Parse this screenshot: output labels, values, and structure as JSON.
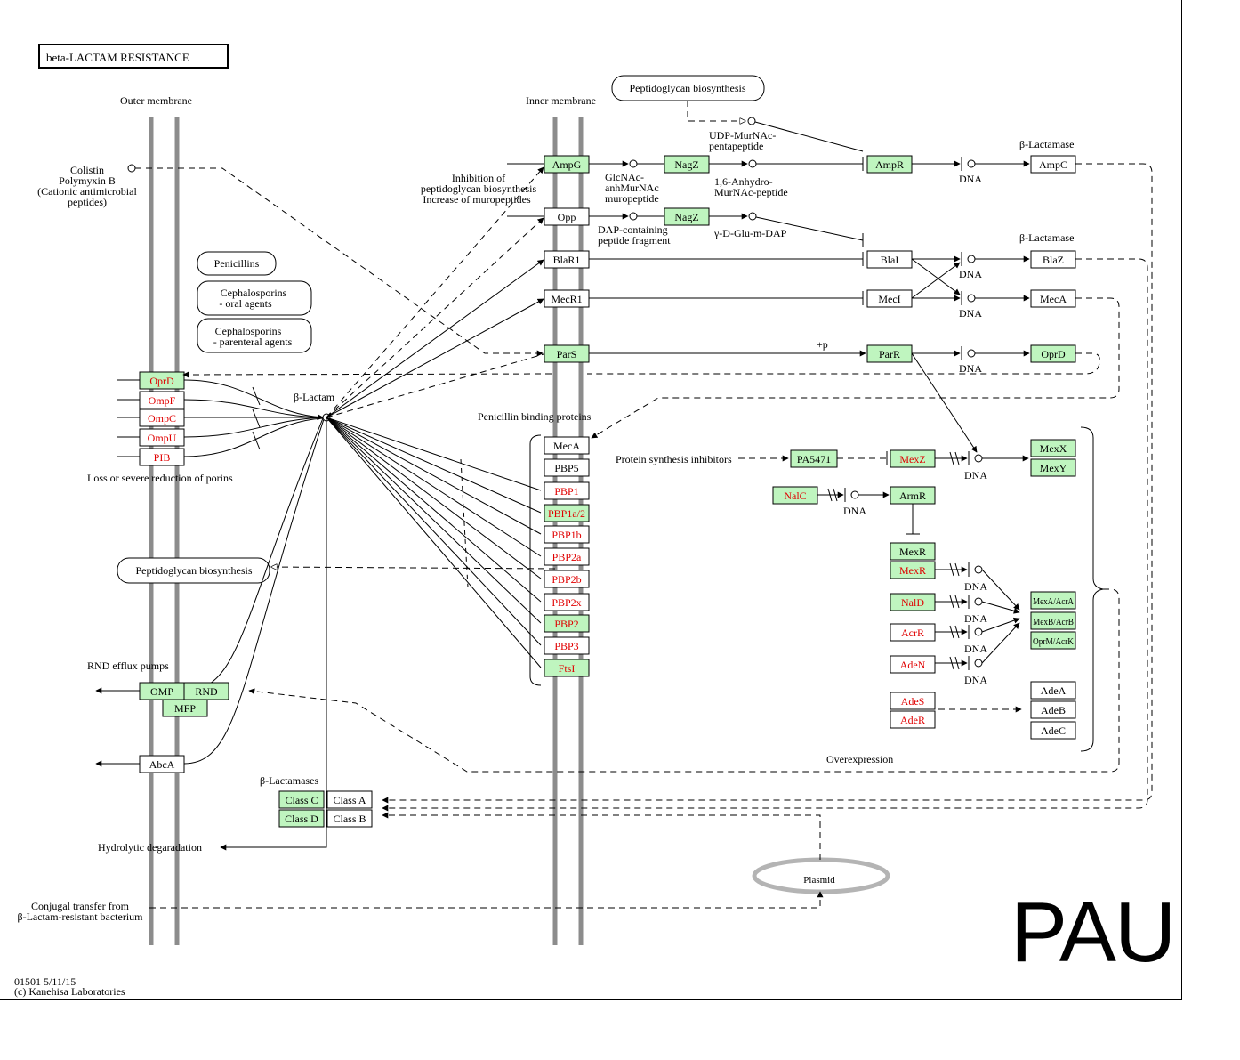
{
  "title": "beta-LACTAM  RESISTANCE",
  "stamp": "PAU",
  "footer": {
    "line1": "01501 5/11/15",
    "line2": "(c) Kanehisa Laboratories"
  },
  "labels": {
    "outer_membrane": "Outer membrane",
    "inner_membrane": "Inner membrane",
    "colistin": [
      "Colistin",
      "Polymyxin B",
      "(Cationic antimicrobial",
      "peptides)"
    ],
    "beta_lactam": "β-Lactam",
    "loss_porins": "Loss or severe reduction of porins",
    "rnd_pumps": "RND efflux pumps",
    "beta_lactamases": "β-Lactamases",
    "hydrolytic": "Hydrolytic degaradation",
    "conjugal": [
      "Conjugal transfer from",
      "β-Lactam-resistant bacterium"
    ],
    "inhibition": [
      "Inhibition of",
      "peptidoglycan biosynthesis",
      "Increase of muropeptides"
    ],
    "glcnac": [
      "GlcNAc-",
      "anhMurNAc",
      "muropeptide"
    ],
    "udp": [
      "UDP-MurNAc-",
      "pentapeptide"
    ],
    "anhydro": [
      "1,6-Anhydro-",
      "MurNAc-peptide"
    ],
    "dap": [
      "DAP-containing",
      "peptide fragment"
    ],
    "gamma": "γ-D-Glu-m-DAP",
    "bl1": "β-Lactamase",
    "bl2": "β-Lactamase",
    "pbp_title": "Penicillin binding proteins",
    "protein_inhibitors": "Protein synthesis inhibitors",
    "plus_p": "+p",
    "overexpression": "Overexpression",
    "dna": "DNA"
  },
  "pathways": {
    "peptidoglycan_top": "Peptidoglycan biosynthesis",
    "peptidoglycan_left": "Peptidoglycan biosynthesis",
    "penicillins": "Penicillins",
    "cephalosporins_oral": [
      "Cephalosporins",
      "- oral agents"
    ],
    "cephalosporins_parenteral": [
      "Cephalosporins",
      "- parenteral agents"
    ],
    "plasmid": "Plasmid"
  },
  "porins": [
    {
      "label": "OprD",
      "green": true,
      "red_text": true
    },
    {
      "label": "OmpF",
      "green": false,
      "red_text": true
    },
    {
      "label": "OmpC",
      "green": false,
      "red_text": true
    },
    {
      "label": "OmpU",
      "green": false,
      "red_text": true
    },
    {
      "label": "PIB",
      "green": false,
      "red_text": true
    }
  ],
  "efflux": {
    "omp": "OMP",
    "rnd": "RND",
    "mfp": "MFP",
    "abca": "AbcA"
  },
  "lactamases": {
    "class_c": "Class C",
    "class_a": "Class A",
    "class_d": "Class D",
    "class_b": "Class B"
  },
  "inner_nodes": {
    "ampg": "AmpG",
    "opp": "Opp",
    "blar1": "BlaR1",
    "mecr1": "MecR1",
    "pars": "ParS"
  },
  "pbps": [
    {
      "label": "MecA",
      "green": false,
      "red_text": false
    },
    {
      "label": "PBP5",
      "green": false,
      "red_text": false
    },
    {
      "label": "PBP1",
      "green": false,
      "red_text": true
    },
    {
      "label": "PBP1a/2",
      "green": true,
      "red_text": true
    },
    {
      "label": "PBP1b",
      "green": false,
      "red_text": true
    },
    {
      "label": "PBP2a",
      "green": false,
      "red_text": true
    },
    {
      "label": "PBP2b",
      "green": false,
      "red_text": true
    },
    {
      "label": "PBP2x",
      "green": false,
      "red_text": true
    },
    {
      "label": "PBP2",
      "green": true,
      "red_text": true
    },
    {
      "label": "PBP3",
      "green": false,
      "red_text": true
    },
    {
      "label": "FtsI",
      "green": true,
      "red_text": true
    }
  ],
  "right_nodes": {
    "nagz1": "NagZ",
    "nagz2": "NagZ",
    "ampr": "AmpR",
    "ampc": "AmpC",
    "blai": "BlaI",
    "blaz": "BlaZ",
    "meci": "MecI",
    "meca": "MecA",
    "parr": "ParR",
    "oprd": "OprD",
    "pa5471": "PA5471",
    "mexz": "MexZ",
    "mexx": "MexX",
    "mexy": "MexY",
    "nalc": "NalC",
    "armr": "ArmR",
    "mexr_green": "MexR",
    "mexr_red": "MexR",
    "nald": "NalD",
    "acrr": "AcrR",
    "aden": "AdeN",
    "ades": "AdeS",
    "ader": "AdeR",
    "mexa": "MexA/AcrA",
    "mexb": "MexB/AcrB",
    "oprm": "OprM/AcrK",
    "adea": "AdeA",
    "adeb": "AdeB",
    "adec": "AdeC"
  }
}
